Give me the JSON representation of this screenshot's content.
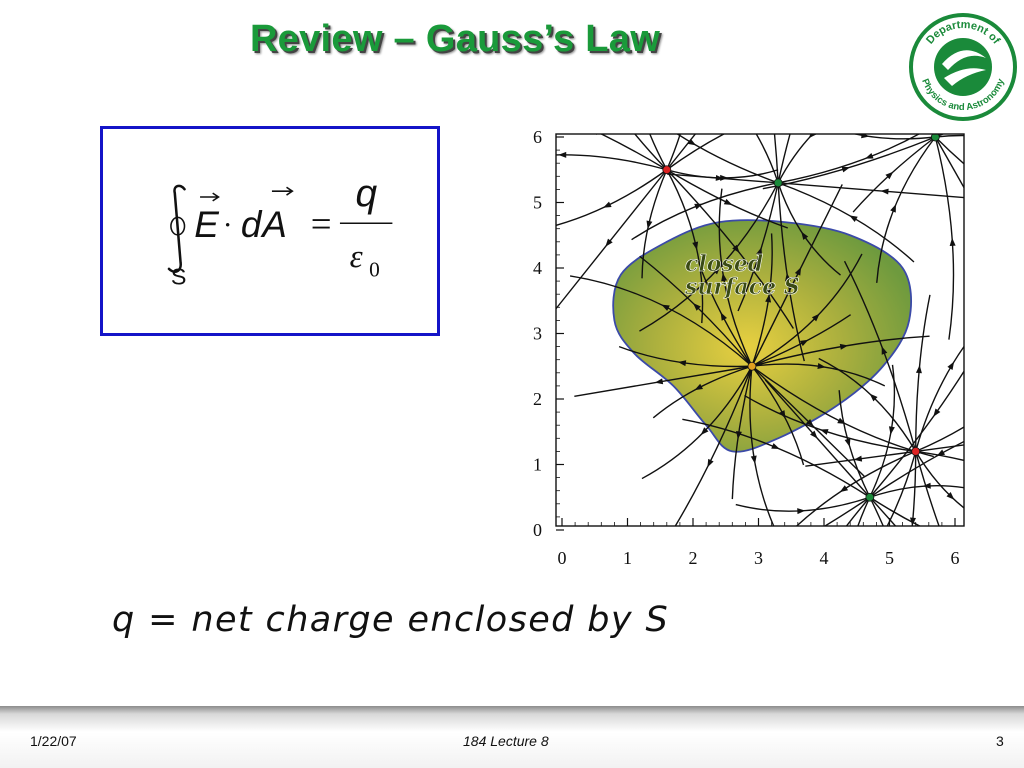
{
  "slide": {
    "title": "Review – Gauss’s Law",
    "logo_text_top": "Department of",
    "logo_text_bottom": "Physics and Astronomy",
    "equation": {
      "surface_label": "S",
      "E": "E",
      "dot": "·",
      "dA_d": "d",
      "dA_A": "A",
      "equals": "=",
      "numerator": "q",
      "denom_epsilon": "ε",
      "denom_sub": "0"
    },
    "plot": {
      "annotation_line1": "closed",
      "annotation_line2": "surface S",
      "x_ticks": [
        "0",
        "1",
        "2",
        "3",
        "4",
        "5",
        "6"
      ],
      "y_ticks": [
        "0",
        "1",
        "2",
        "3",
        "4",
        "5",
        "6"
      ]
    },
    "caption": "q = net charge enclosed by S"
  },
  "footer": {
    "date": "1/22/07",
    "title": "184 Lecture 8",
    "page": "3"
  },
  "colors": {
    "title_green": "#1a9a3a",
    "box_border": "#1414c8",
    "surface_fill": "#7a9a3a",
    "surface_edge": "#3b4aa8",
    "positive_charge": "#dd2222",
    "negative_charge": "#1a8a3a",
    "center_charge": "#e0a020"
  },
  "chart_data": {
    "type": "scatter",
    "x_range": [
      0,
      6
    ],
    "y_range": [
      0,
      6
    ],
    "charges": [
      {
        "x": 1.6,
        "y": 5.5,
        "color": "red"
      },
      {
        "x": 3.3,
        "y": 5.3,
        "color": "green"
      },
      {
        "x": 5.7,
        "y": 6.0,
        "color": "green"
      },
      {
        "x": 2.9,
        "y": 2.5,
        "color": "orange"
      },
      {
        "x": 5.4,
        "y": 1.2,
        "color": "red"
      },
      {
        "x": 4.7,
        "y": 0.5,
        "color": "green"
      }
    ]
  }
}
